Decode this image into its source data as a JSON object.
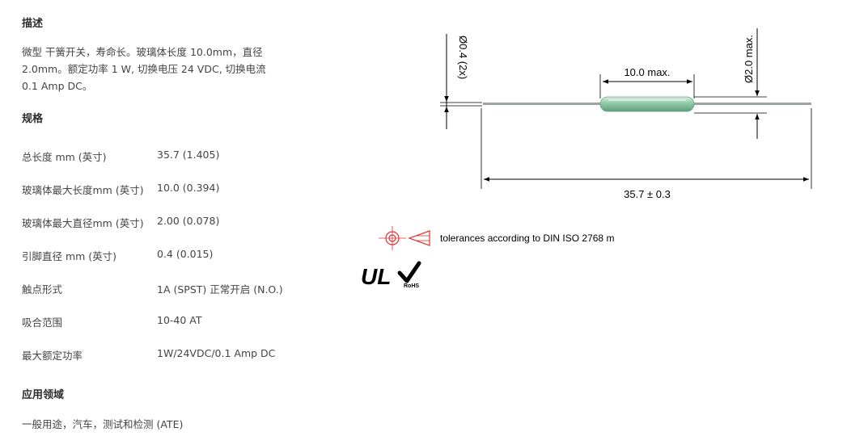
{
  "description": {
    "heading": "描述",
    "lines": [
      "微型 干簧开关，寿命长。玻璃体长度 10.0mm，直径",
      "2.0mm。额定功率 1 W, 切换电压 24 VDC, 切换电流",
      "0.1 Amp DC。"
    ]
  },
  "specs": {
    "heading": "规格",
    "rows": [
      {
        "label": "总长度 mm (英寸)",
        "value": "35.7 (1.405)"
      },
      {
        "label": "玻璃体最大长度mm (英寸)",
        "value": "10.0 (0.394)"
      },
      {
        "label": "玻璃体最大直径mm (英寸)",
        "value": "2.00 (0.078)"
      },
      {
        "label": "引脚直径 mm (英寸)",
        "value": "0.4 (0.015)"
      },
      {
        "label": "触点形式",
        "value": "1A (SPST) 正常开启 (N.O.)"
      },
      {
        "label": "吸合范围",
        "value": "10-40 AT"
      },
      {
        "label": "最大额定功率",
        "value": "1W/24VDC/0.1 Amp DC"
      }
    ]
  },
  "application": {
    "heading": "应用领域",
    "text": "一般用途，汽车，测试和检测 (ATE)"
  },
  "drawing": {
    "lead_diameter": "Ø0.4 (2x)",
    "glass_diameter": "Ø2.0 max.",
    "glass_length": "10.0 max.",
    "total_length": "35.7 ± 0.3",
    "tolerance_note": "tolerances according to DIN ISO 2768 m",
    "ul_mark": "UL",
    "rohs_mark": "RoHS",
    "colors": {
      "glass": "#8fcaa6",
      "lead": "#9aa39d",
      "projection_symbol": "#e03030"
    }
  }
}
